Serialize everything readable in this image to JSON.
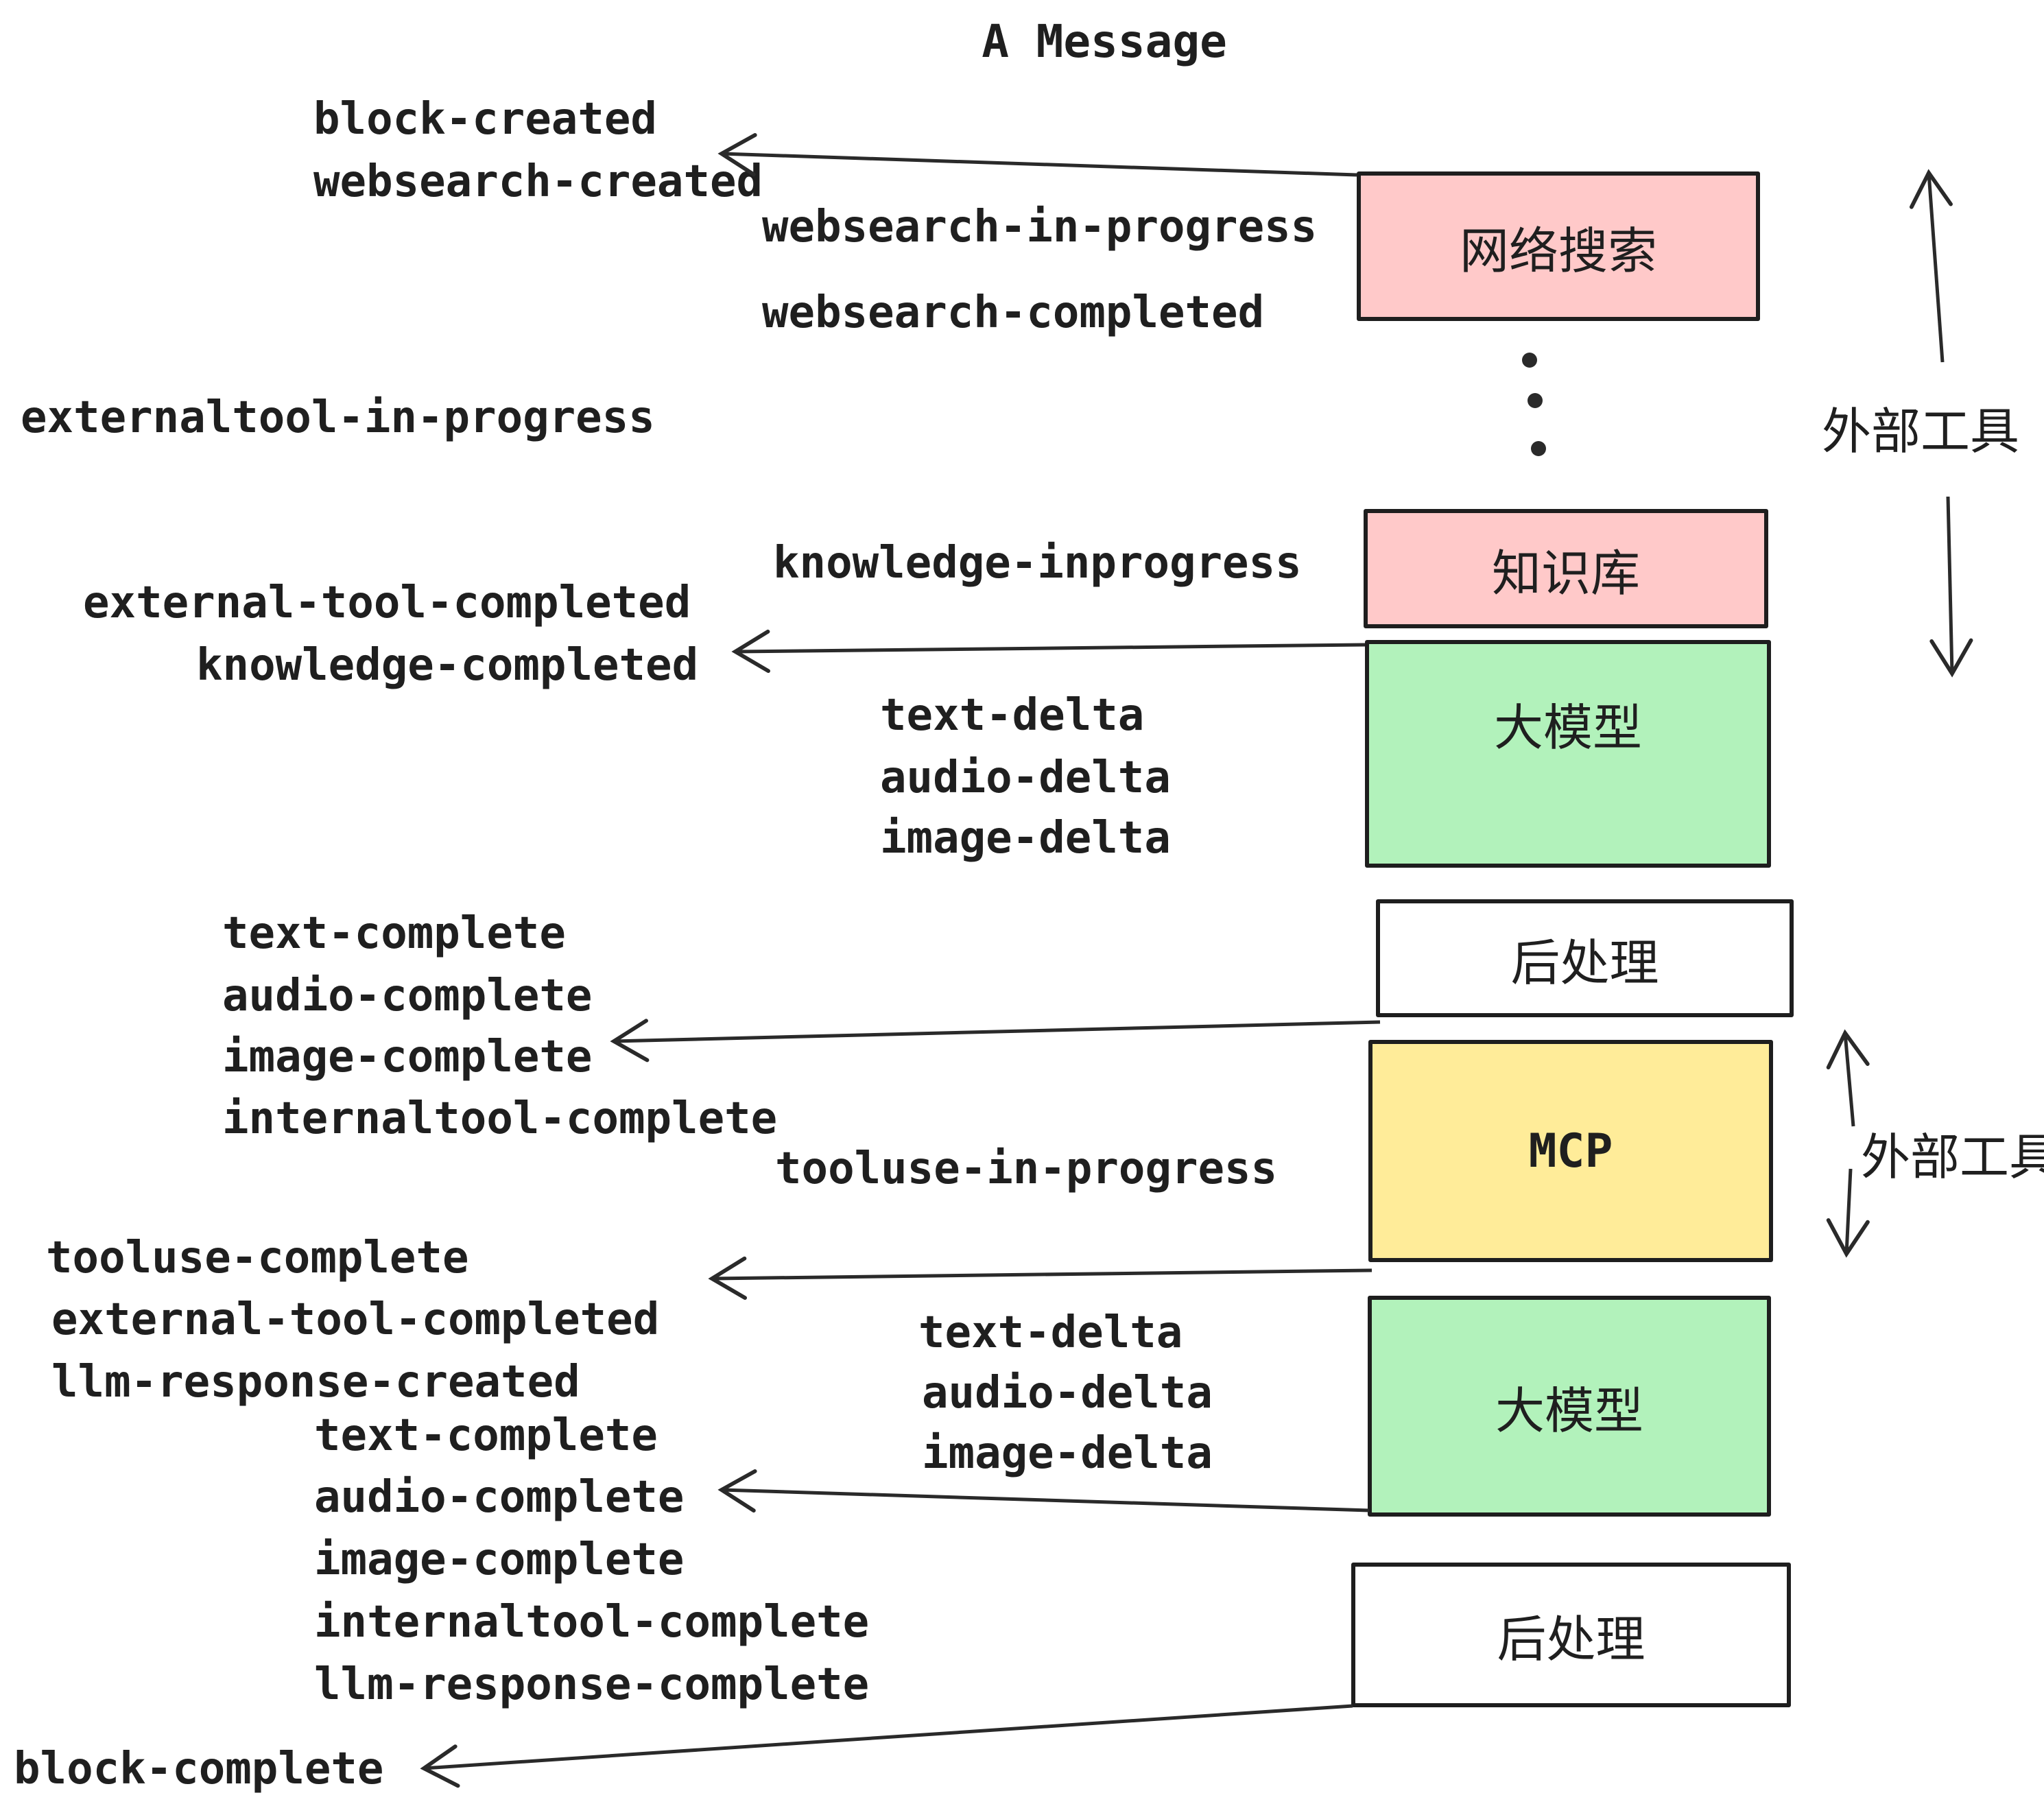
{
  "title": "A Message",
  "colors": {
    "box_pink": "#ffc9c9",
    "box_green": "#b2f2bb",
    "box_yellow": "#ffec99",
    "box_white": "#ffffff",
    "stroke": "#2a2a2a"
  },
  "boxes": {
    "websearch": {
      "label": "网络搜索"
    },
    "knowledge": {
      "label": "知识库"
    },
    "llm_1": {
      "label": "大模型"
    },
    "post_1": {
      "label": "后处理"
    },
    "mcp": {
      "label": "MCP"
    },
    "llm_2": {
      "label": "大模型"
    },
    "post_2": {
      "label": "后处理"
    }
  },
  "side_labels": {
    "external_tools_1": "外部工具",
    "external_tools_2": "外部工具"
  },
  "events": {
    "block_created": "block-created",
    "websearch_created": "websearch-created",
    "websearch_in_progress": "websearch-in-progress",
    "websearch_completed": "websearch-completed",
    "externaltool_in_progress": "externaltool-in-progress",
    "knowledge_inprogress": "knowledge-inprogress",
    "external_tool_completed_1": "external-tool-completed",
    "knowledge_completed": "knowledge-completed",
    "text_delta_1": "text-delta",
    "audio_delta_1": "audio-delta",
    "image_delta_1": "image-delta",
    "text_complete_1": "text-complete",
    "audio_complete_1": "audio-complete",
    "image_complete_1": "image-complete",
    "internaltool_complete_1": "internaltool-complete",
    "tooluse_in_progress": "tooluse-in-progress",
    "tooluse_complete": "tooluse-complete",
    "external_tool_completed_2": "external-tool-completed",
    "llm_response_created": "llm-response-created",
    "text_delta_2": "text-delta",
    "audio_delta_2": "audio-delta",
    "image_delta_2": "image-delta",
    "text_complete_2": "text-complete",
    "audio_complete_2": "audio-complete",
    "image_complete_2": "image-complete",
    "internaltool_complete_2": "internaltool-complete",
    "llm_response_complete": "llm-response-complete",
    "block_complete": "block-complete"
  }
}
